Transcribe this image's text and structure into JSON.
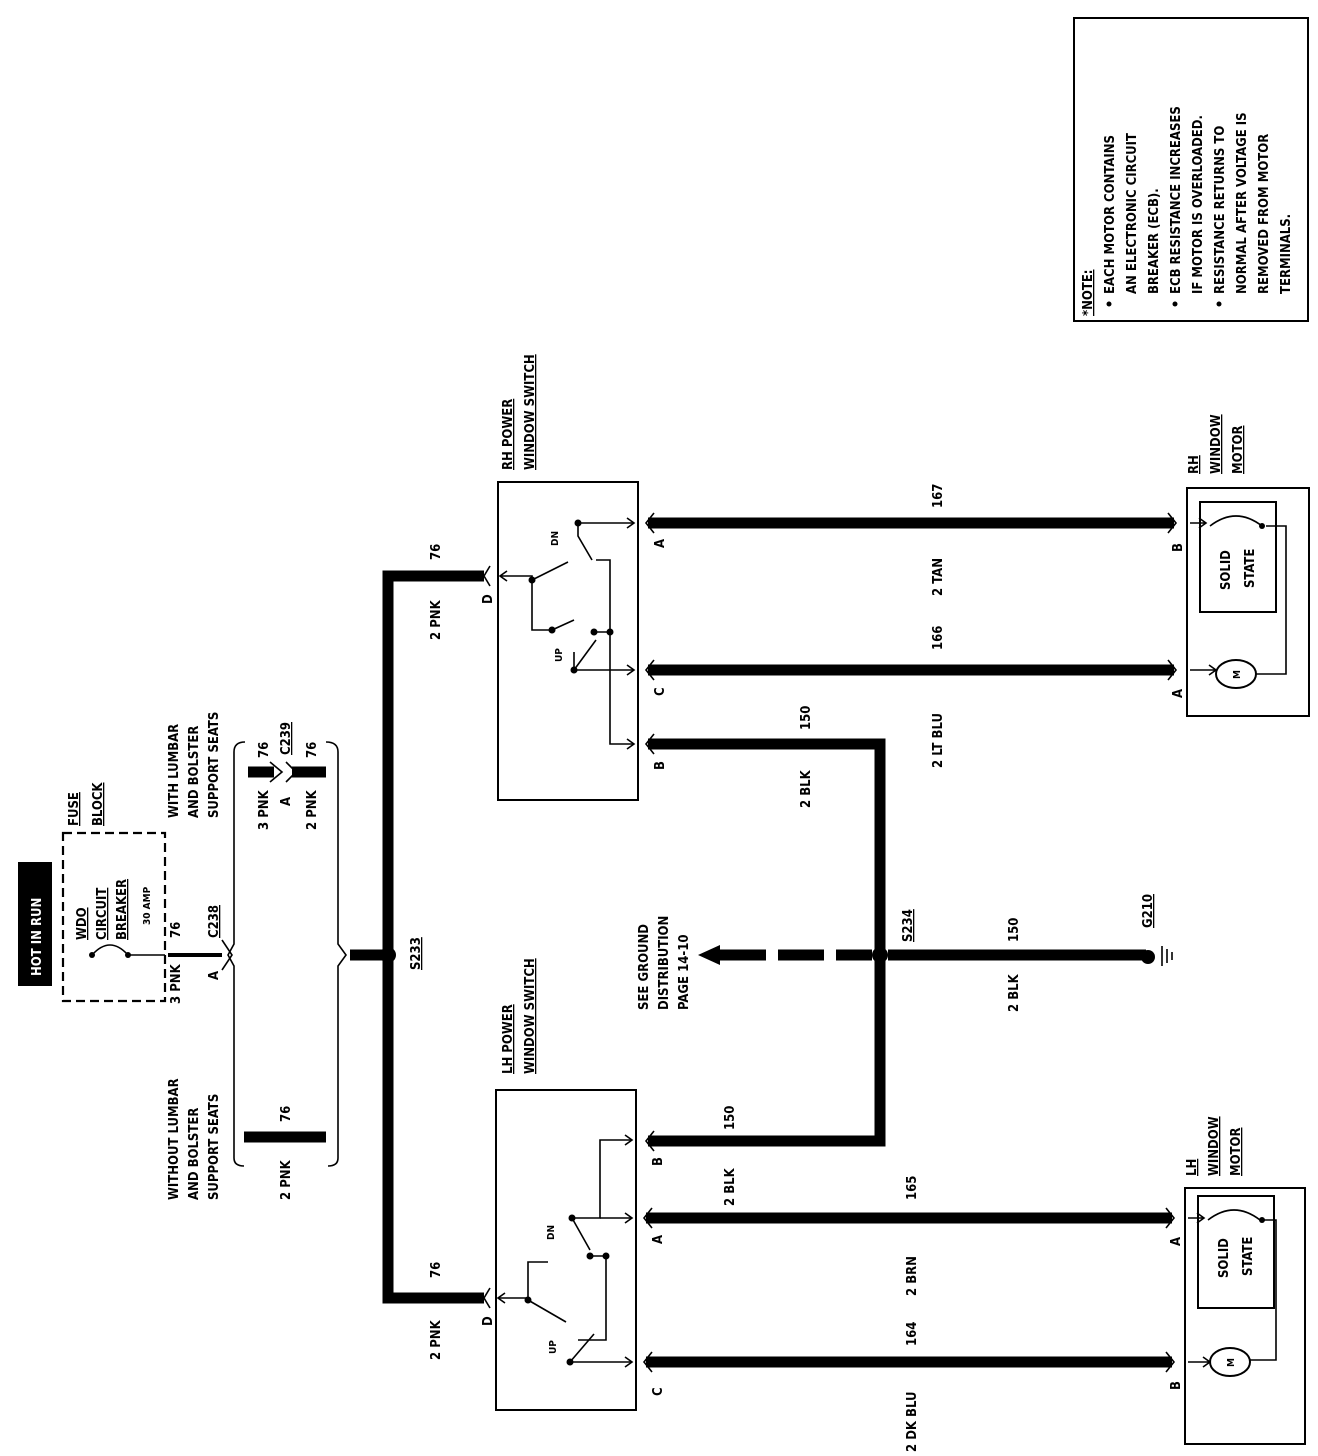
{
  "hot_in_run": "HOT IN RUN",
  "fuse_block": {
    "line1": "FUSE",
    "line2": "BLOCK"
  },
  "breaker": {
    "line1": "WDO",
    "line2": "CIRCUIT",
    "line3": "BREAKER",
    "rating": "30 AMP"
  },
  "feed": {
    "wire": "3 PNK",
    "circuit": "76",
    "connector": "C238",
    "pin": "A"
  },
  "with_lumbar": {
    "line1": "WITH LUMBAR",
    "line2": "AND BOLSTER",
    "line3": "SUPPORT SEATS"
  },
  "without_lumbar": {
    "line1": "WITHOUT LUMBAR",
    "line2": "AND BOLSTER",
    "line3": "SUPPORT SEATS"
  },
  "c239": {
    "wire_in": "3 PNK",
    "circ_in": "76",
    "connector": "C239",
    "pin": "A",
    "wire_out": "2 PNK",
    "circ_out": "76"
  },
  "without_wire": {
    "wire": "2 PNK",
    "circuit": "76"
  },
  "splices": {
    "s233": "S233",
    "s234": "S234"
  },
  "rh_switch": {
    "title1": "RH POWER",
    "title2": "WINDOW SWITCH",
    "term_d": "D",
    "term_a": "A",
    "term_c": "C",
    "term_b": "B",
    "dn": "DN",
    "up": "UP",
    "feed_wire": "2 PNK",
    "feed_circ": "76"
  },
  "lh_switch": {
    "title1": "LH POWER",
    "title2": "WINDOW SWITCH",
    "term_d": "D",
    "term_a": "A",
    "term_c": "C",
    "term_b": "B",
    "dn": "DN",
    "up": "UP",
    "feed_wire": "2 PNK",
    "feed_circ": "76"
  },
  "rh_wires": {
    "a_circ": "167",
    "a_wire": "2 TAN",
    "c_circ": "166",
    "c_wire": "2 LT BLU",
    "b_circ": "150",
    "b_wire": "2 BLK"
  },
  "lh_wires": {
    "b_circ": "150",
    "b_wire": "2 BLK",
    "a_circ": "165",
    "a_wire": "2 BRN",
    "c_circ": "164",
    "c_wire": "2 DK BLU"
  },
  "ground": {
    "see1": "SEE GROUND",
    "see2": "DISTRIBUTION",
    "see3": "PAGE 14-10",
    "circ": "150",
    "wire": "2 BLK",
    "g": "G210"
  },
  "rh_motor": {
    "t1": "RH",
    "t2": "WINDOW",
    "t3": "MOTOR",
    "solid": "SOLID",
    "state": "STATE",
    "m": "M",
    "term_b": "B",
    "term_a": "A"
  },
  "lh_motor": {
    "t1": "LH",
    "t2": "WINDOW",
    "t3": "MOTOR",
    "solid": "SOLID",
    "state": "STATE",
    "m": "M",
    "term_a": "A",
    "term_b": "B"
  },
  "note": {
    "title": "*NOTE:",
    "b1l1": "EACH MOTOR CONTAINS",
    "b1l2": "AN ELECTRONIC CIRCUIT",
    "b1l3": "BREAKER (ECB).",
    "b2l1": "ECB RESISTANCE INCREASES",
    "b2l2": "IF MOTOR IS OVERLOADED.",
    "b3l1": "RESISTANCE RETURNS TO",
    "b3l2": "NORMAL AFTER VOLTAGE IS",
    "b3l3": "REMOVED FROM MOTOR",
    "b3l4": "TERMINALS."
  }
}
